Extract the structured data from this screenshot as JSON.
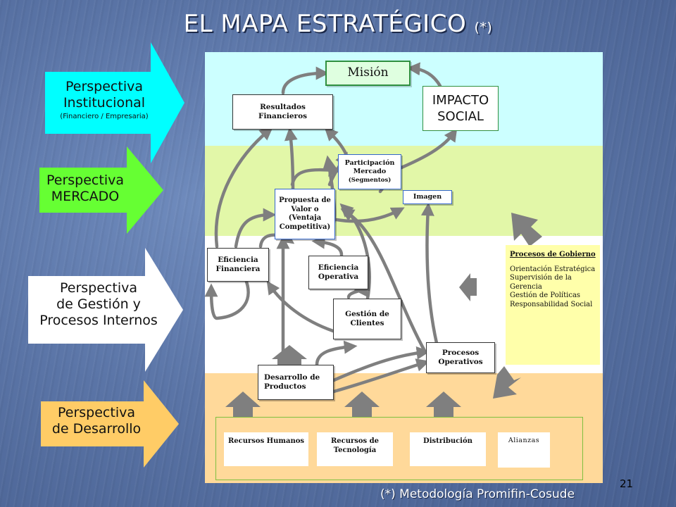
{
  "title": {
    "main": "EL MAPA ESTRATÉGICO",
    "note": "(*)"
  },
  "perspectives": {
    "institucional": {
      "line1": "Perspectiva",
      "line2": "Institucional",
      "sub": "(Financiero / Empresaria)",
      "color": "#00ffff"
    },
    "mercado": {
      "line1": "Perspectiva",
      "line2": "MERCADO",
      "color": "#66ff33"
    },
    "gestion": {
      "line1": "Perspectiva",
      "line2": "de Gestión y",
      "line3": "Procesos Internos",
      "color": "#ffffff"
    },
    "desarrollo": {
      "line1": "Perspectiva",
      "line2": "de Desarrollo",
      "color": "#ffcc66"
    }
  },
  "boxes": {
    "mision": "Misión",
    "impacto_1": "IMPACTO",
    "impacto_2": "SOCIAL",
    "resultados_1": "Resultados",
    "resultados_2": "Financieros",
    "participacion_1": "Participación",
    "participacion_2": "Mercado",
    "participacion_3": "(Segmentos)",
    "imagen": "Imagen",
    "propuesta_1": "Propuesta de",
    "propuesta_2": "Valor o",
    "propuesta_3": "(Ventaja",
    "propuesta_4": "Competitiva)",
    "eficiencia_financiera_1": "Eficiencia",
    "eficiencia_financiera_2": "Financiera",
    "eficiencia_operativa_1": "Eficiencia",
    "eficiencia_operativa_2": "Operativa",
    "gestion_clientes_1": "Gestión de",
    "gestion_clientes_2": "Clientes",
    "procesos_operativos_1": "Procesos",
    "procesos_operativos_2": "Operativos",
    "desarrollo_productos_1": "Desarrollo de",
    "desarrollo_productos_2": "Productos"
  },
  "gobierno": {
    "title": "Procesos de Gobierno",
    "items": [
      "Orientación Estratégica",
      "Supervisión de la",
      "Gerencia",
      "Gestión de Políticas",
      "Responsabilidad Social"
    ]
  },
  "resources": {
    "humanos": "Recursos Humanos",
    "tecnologia_1": "Recursos de",
    "tecnologia_2": "Tecnología",
    "distribucion": "Distribución",
    "alianzas": "Alianzas"
  },
  "footnote": "(*) Metodología Promifin-Cosude",
  "page_number": "21",
  "colors": {
    "arrow_gray": "#7f7f7f",
    "band_inst": "#ccffff",
    "band_merc": "#e2f7a8",
    "band_desa": "#ffd99a",
    "gobierno_bg": "#ffffaa"
  }
}
